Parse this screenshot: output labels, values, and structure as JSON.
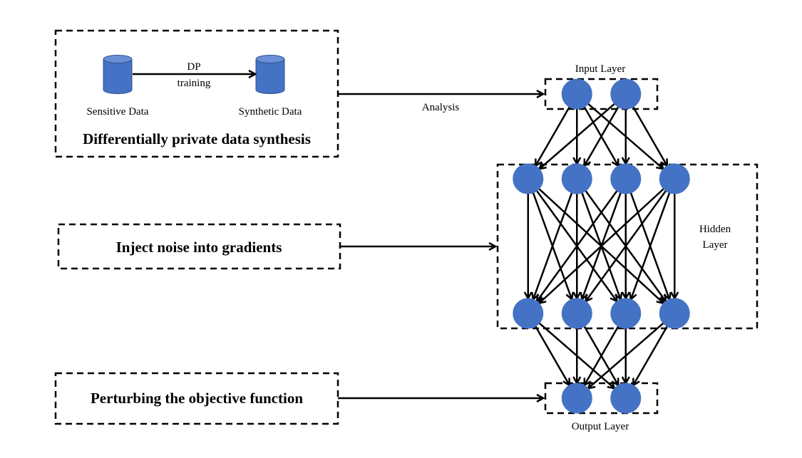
{
  "synthesis_box": {
    "title": "Differentially private data synthesis",
    "source_label": "Sensitive Data",
    "target_label": "Synthetic Data",
    "edge_label_line1": "DP",
    "edge_label_line2": "training",
    "icon": "database-cylinder-icon"
  },
  "gradient_box": {
    "title": "Inject noise into gradients"
  },
  "objective_box": {
    "title": "Perturbing the objective function"
  },
  "analysis_label": "Analysis",
  "network": {
    "input_layer_label": "Input Layer",
    "hidden_layer_label_line1": "Hidden",
    "hidden_layer_label_line2": "Layer",
    "output_layer_label": "Output Layer",
    "layers": [
      {
        "name": "input",
        "nodes": 2
      },
      {
        "name": "hidden-1",
        "nodes": 4
      },
      {
        "name": "hidden-2",
        "nodes": 4
      },
      {
        "name": "output",
        "nodes": 2
      }
    ],
    "connectivity": "fully-connected"
  },
  "colors": {
    "node_fill": "#4472c4",
    "cylinder_body": "#4472c4",
    "cylinder_top": "#6a8fd8",
    "cylinder_outline": "#2f528f",
    "line": "#000000"
  }
}
